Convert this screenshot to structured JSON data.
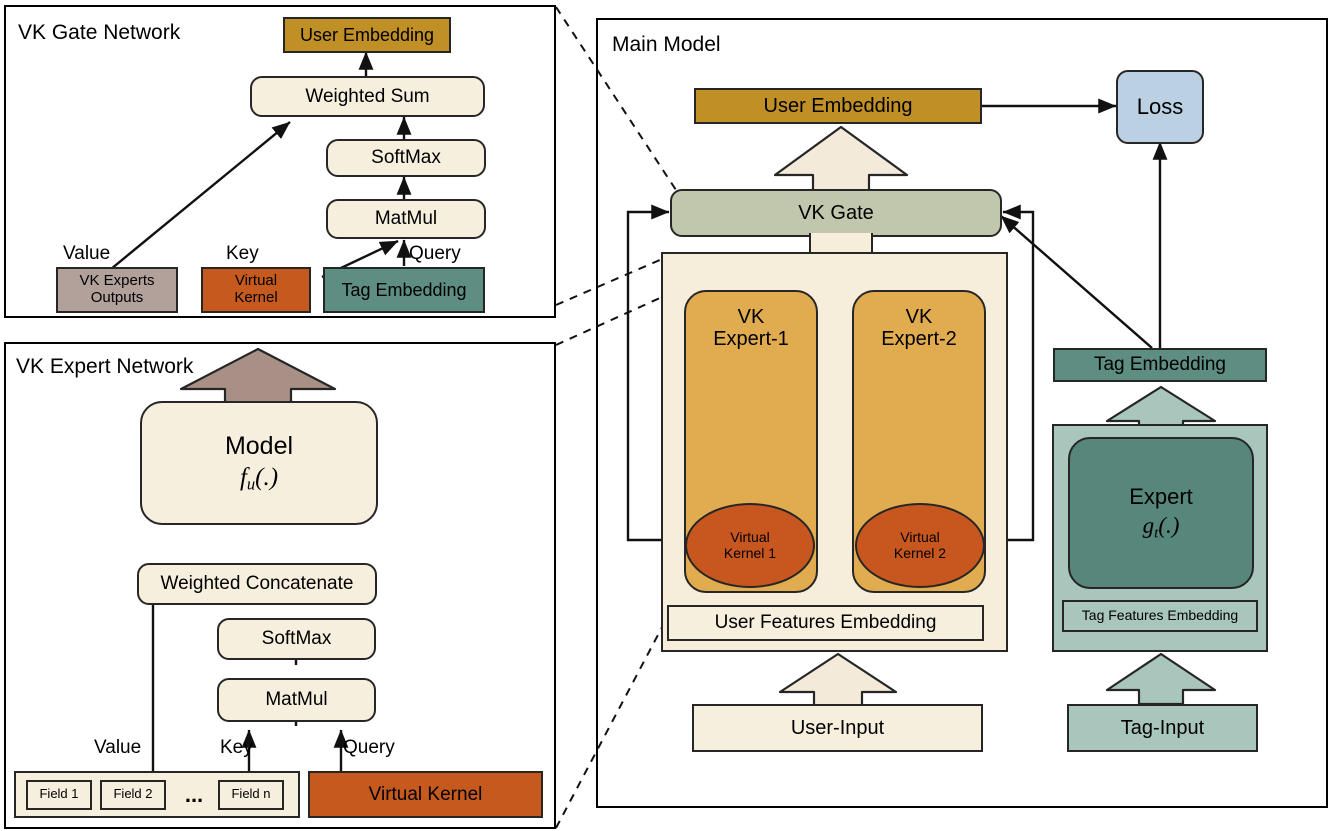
{
  "panels": {
    "gate": {
      "title": "VK Gate Network"
    },
    "expert": {
      "title": "VK Expert Network"
    },
    "main": {
      "title": "Main Model"
    }
  },
  "colors": {
    "cream": "#F7EFDE",
    "cream_panel": "#F6EDDA",
    "gold": "#C08F26",
    "sage": "#C0C7AC",
    "orange": "#C65A1E",
    "orange_dark": "#C8561F",
    "amber": "#E0AC4F",
    "teal_dark": "#5E8D81",
    "teal_light": "#A9C6BC",
    "blue": "#BCD0E3",
    "mauve": "#B2A09A",
    "mauve_arrow": "#A89086",
    "stroke": "#262626"
  },
  "gate_network": {
    "user_embedding": "User Embedding",
    "weighted_sum": "Weighted Sum",
    "softmax": "SoftMax",
    "matmul": "MatMul",
    "vk_experts_outputs": "VK Experts\nOutputs",
    "virtual_kernel": "Virtual\nKernel",
    "tag_embedding": "Tag Embedding",
    "label_value": "Value",
    "label_key": "Key",
    "label_query": "Query"
  },
  "expert_network": {
    "model": "Model",
    "model_fn": "fu(.)",
    "weighted_concatenate": "Weighted Concatenate",
    "softmax": "SoftMax",
    "matmul": "MatMul",
    "label_value": "Value",
    "label_key": "Key",
    "label_query": "Query",
    "fields": [
      "Field 1",
      "Field 2",
      "Field n"
    ],
    "ellipsis": "...",
    "virtual_kernel": "Virtual Kernel"
  },
  "main_model": {
    "user_embedding": "User Embedding",
    "loss": "Loss",
    "vk_gate": "VK Gate",
    "vk_expert_1": "VK\nExpert-1",
    "vk_expert_2": "VK\nExpert-2",
    "virtual_kernel_1": "Virtual\nKernel 1",
    "virtual_kernel_2": "Virtual\nKernel 2",
    "user_features_embedding": "User Features Embedding",
    "user_input": "User-Input",
    "tag_embedding": "Tag Embedding",
    "expert": "Expert",
    "expert_fn": "gt(.)",
    "tag_features_embedding": "Tag Features Embedding",
    "tag_input": "Tag-Input"
  }
}
